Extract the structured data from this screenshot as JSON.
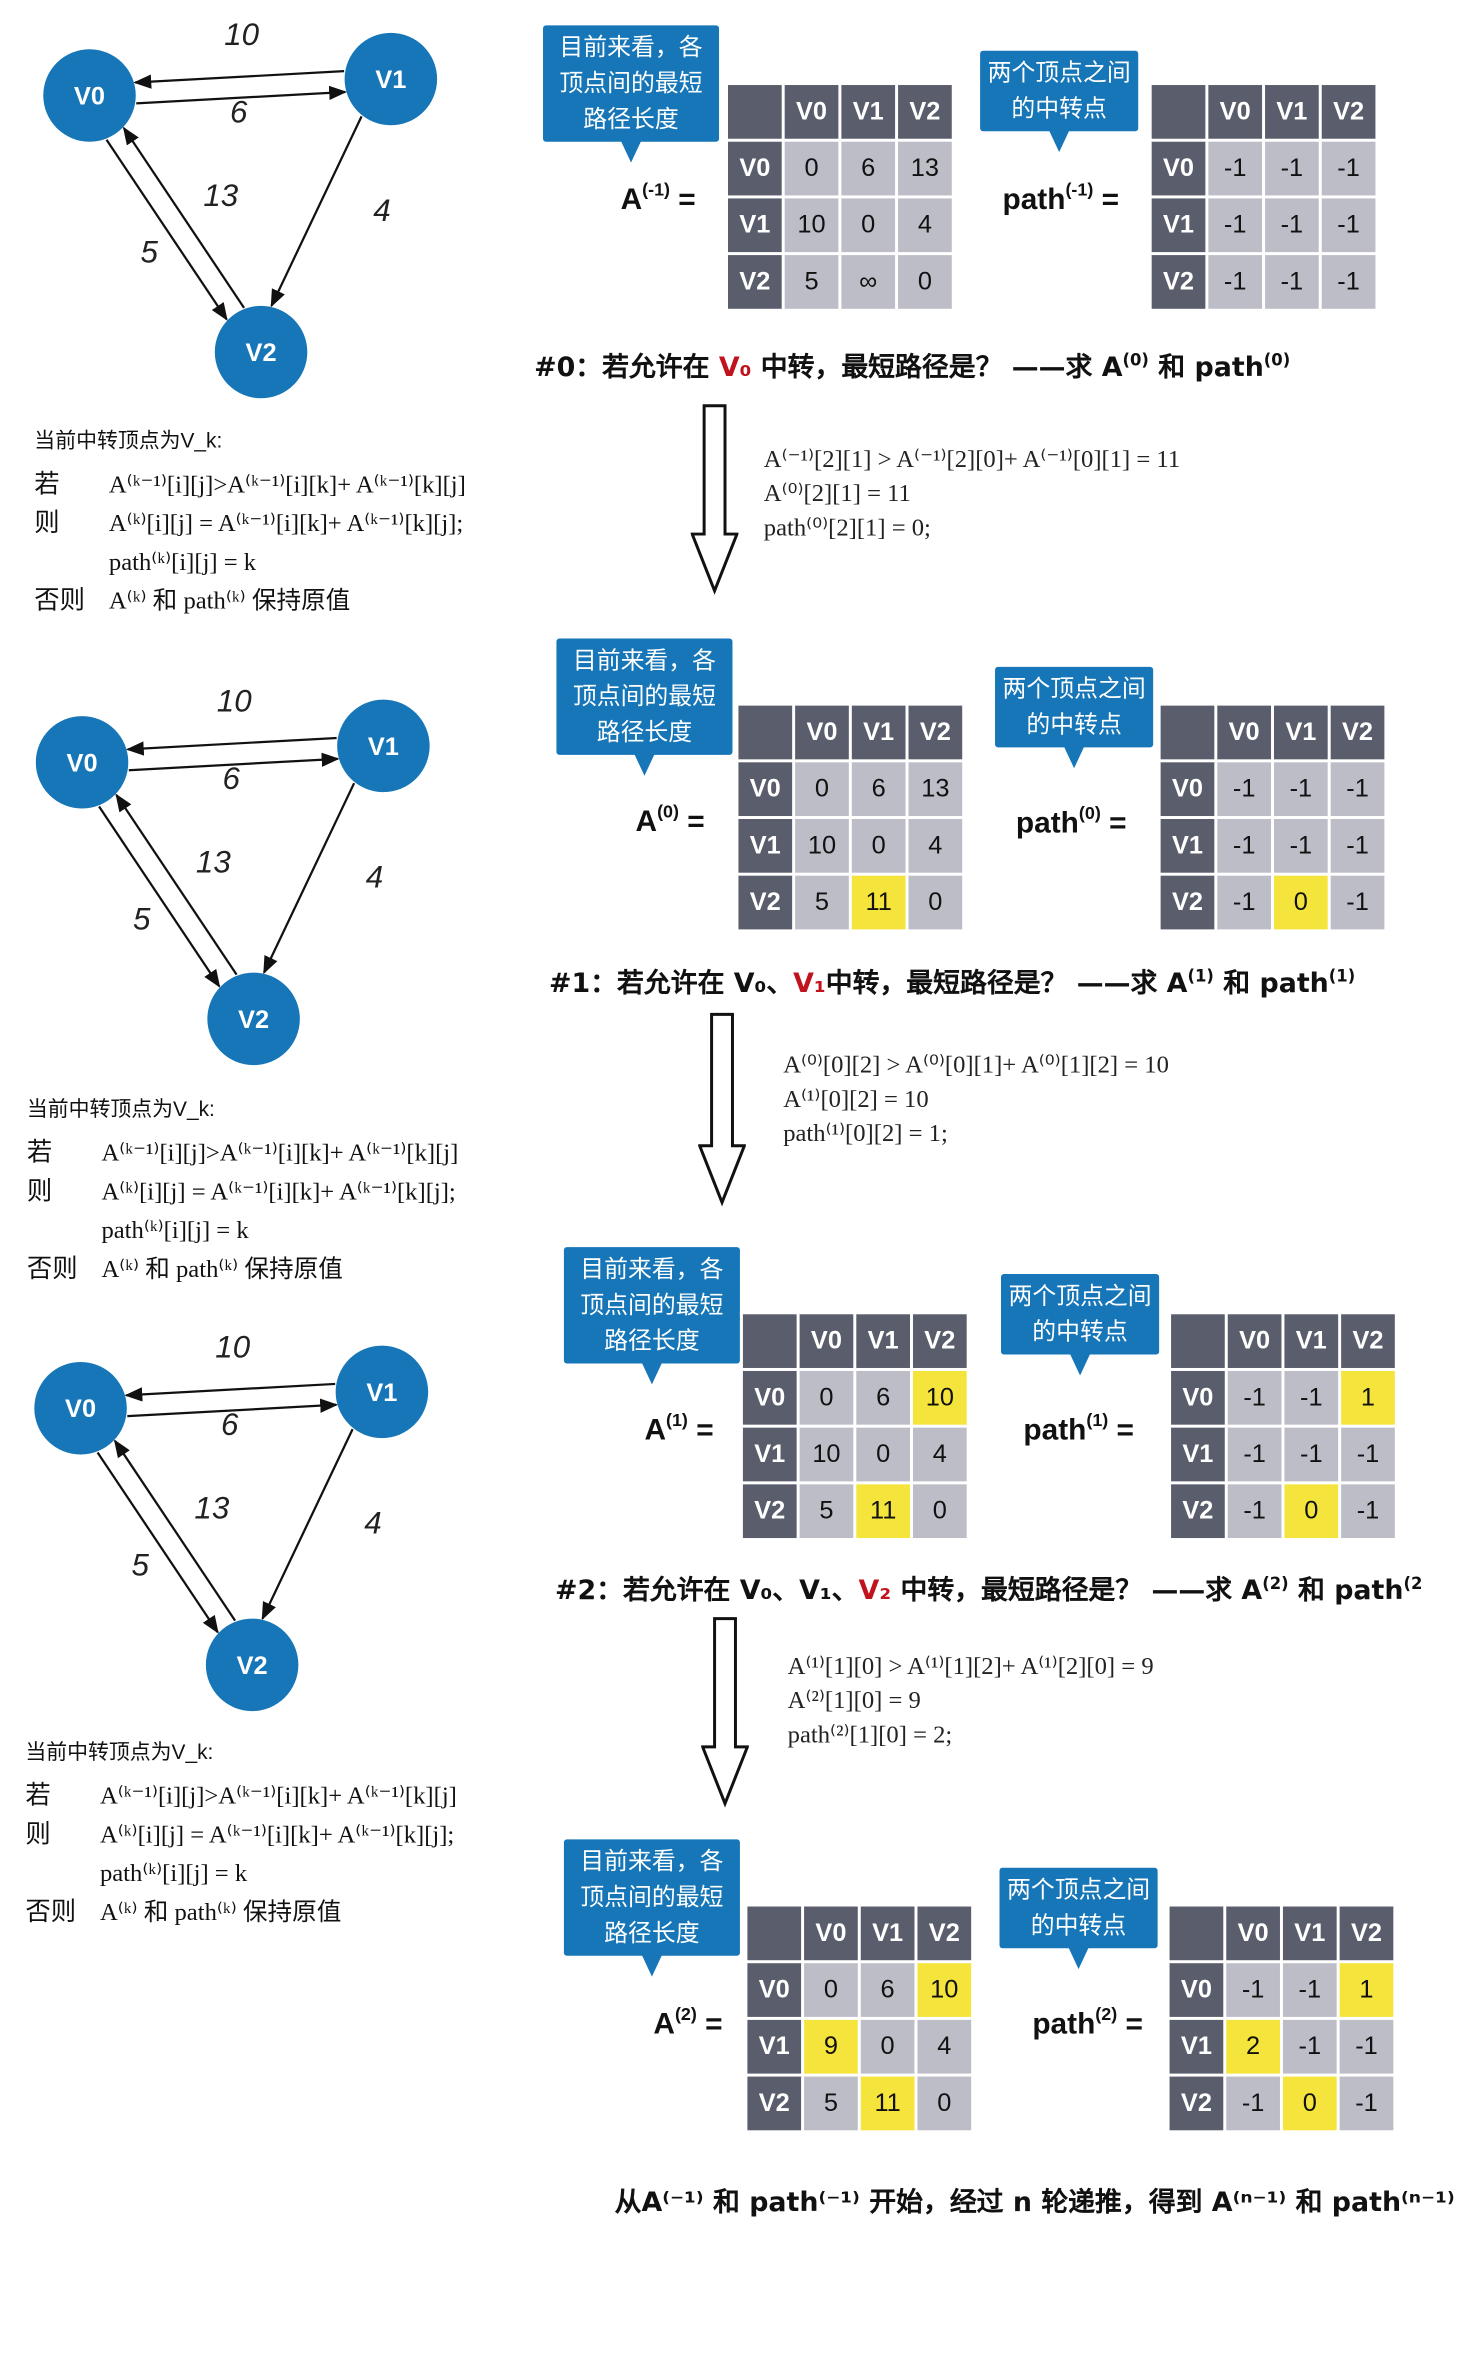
{
  "colors": {
    "node": "#1676b7",
    "header_cell": "#5a5d6b",
    "cell": "#bdbdc8",
    "highlight": "#f5e43c",
    "red": "#c0131e"
  },
  "graph": {
    "nodes": [
      "V0",
      "V1",
      "V2"
    ],
    "edges": [
      {
        "from": "V1",
        "to": "V0",
        "w": "10"
      },
      {
        "from": "V0",
        "to": "V1",
        "w": "6"
      },
      {
        "from": "V0",
        "to": "V2",
        "w": "13"
      },
      {
        "from": "V2",
        "to": "V0",
        "w": "5"
      },
      {
        "from": "V1",
        "to": "V2",
        "w": "4"
      }
    ]
  },
  "rule": {
    "header": "当前中转顶点为V_k:",
    "if_kw": "若",
    "if_expr": "A⁽ᵏ⁻¹⁾[i][j]>A⁽ᵏ⁻¹⁾[i][k]+ A⁽ᵏ⁻¹⁾[k][j]",
    "then_kw": "则",
    "then_expr1": "A⁽ᵏ⁾[i][j] = A⁽ᵏ⁻¹⁾[i][k]+ A⁽ᵏ⁻¹⁾[k][j];",
    "then_expr2": "path⁽ᵏ⁾[i][j] = k",
    "else_kw": "否则",
    "else_expr": "A⁽ᵏ⁾ 和 path⁽ᵏ⁾ 保持原值"
  },
  "callout_a": "目前来看，各顶点间的最短路径长度",
  "callout_p": "两个顶点之间的中转点",
  "headers": [
    "V0",
    "V1",
    "V2"
  ],
  "stages": [
    {
      "a_name": "A",
      "a_sup": "(-1)",
      "p_name": "path",
      "p_sup": "(-1)",
      "a": [
        [
          "0",
          "6",
          "13"
        ],
        [
          "10",
          "0",
          "4"
        ],
        [
          "5",
          "∞",
          "0"
        ]
      ],
      "p": [
        [
          "-1",
          "-1",
          "-1"
        ],
        [
          "-1",
          "-1",
          "-1"
        ],
        [
          "-1",
          "-1",
          "-1"
        ]
      ],
      "hl": [],
      "caption": {
        "pre": "#0：若允许在 ",
        "red": "V₀",
        "mid": " 中转，最短路径是？ ——求 ",
        "a": "A",
        "asup": "(0)",
        "and": " 和 ",
        "p": "path",
        "psup": "(0)"
      },
      "calc": [
        "A⁽⁻¹⁾[2][1] > A⁽⁻¹⁾[2][0]+ A⁽⁻¹⁾[0][1] = 11",
        "A⁽⁰⁾[2][1] = 11",
        "path⁽⁰⁾[2][1] = 0;"
      ]
    },
    {
      "a_name": "A",
      "a_sup": "(0)",
      "p_name": "path",
      "p_sup": "(0)",
      "a": [
        [
          "0",
          "6",
          "13"
        ],
        [
          "10",
          "0",
          "4"
        ],
        [
          "5",
          "11",
          "0"
        ]
      ],
      "p": [
        [
          "-1",
          "-1",
          "-1"
        ],
        [
          "-1",
          "-1",
          "-1"
        ],
        [
          "-1",
          "0",
          "-1"
        ]
      ],
      "hl": [
        [
          2,
          1
        ]
      ],
      "caption": {
        "pre": "#1：若允许在 V₀、",
        "red": "V₁",
        "mid": "中转，最短路径是？ ——求 ",
        "a": "A",
        "asup": "(1)",
        "and": " 和 ",
        "p": "path",
        "psup": "(1)"
      },
      "calc": [
        "A⁽⁰⁾[0][2] > A⁽⁰⁾[0][1]+ A⁽⁰⁾[1][2] = 10",
        "A⁽¹⁾[0][2] = 10",
        "path⁽¹⁾[0][2] = 1;"
      ]
    },
    {
      "a_name": "A",
      "a_sup": "(1)",
      "p_name": "path",
      "p_sup": "(1)",
      "a": [
        [
          "0",
          "6",
          "10"
        ],
        [
          "10",
          "0",
          "4"
        ],
        [
          "5",
          "11",
          "0"
        ]
      ],
      "p": [
        [
          "-1",
          "-1",
          "1"
        ],
        [
          "-1",
          "-1",
          "-1"
        ],
        [
          "-1",
          "0",
          "-1"
        ]
      ],
      "hl": [
        [
          0,
          2
        ],
        [
          2,
          1
        ]
      ],
      "caption": {
        "pre": "#2：若允许在 V₀、V₁、",
        "red": "V₂",
        "mid": " 中转，最短路径是？ ——求 ",
        "a": "A",
        "asup": "(2)",
        "and": " 和 ",
        "p": "path",
        "psup": "(2"
      },
      "calc": [
        "A⁽¹⁾[1][0] > A⁽¹⁾[1][2]+ A⁽¹⁾[2][0] = 9",
        "A⁽²⁾[1][0] = 9",
        "path⁽²⁾[1][0] = 2;"
      ]
    },
    {
      "a_name": "A",
      "a_sup": "(2)",
      "p_name": "path",
      "p_sup": "(2)",
      "a": [
        [
          "0",
          "6",
          "10"
        ],
        [
          "9",
          "0",
          "4"
        ],
        [
          "5",
          "11",
          "0"
        ]
      ],
      "p": [
        [
          "-1",
          "-1",
          "1"
        ],
        [
          "2",
          "-1",
          "-1"
        ],
        [
          "-1",
          "0",
          "-1"
        ]
      ],
      "hl": [
        [
          0,
          2
        ],
        [
          1,
          0
        ],
        [
          2,
          1
        ]
      ],
      "caption": null,
      "calc": null
    }
  ],
  "final": "从A⁽⁻¹⁾ 和 path⁽⁻¹⁾ 开始，经过 n 轮递推，得到 A⁽ⁿ⁻¹⁾ 和 path⁽ⁿ⁻¹⁾"
}
